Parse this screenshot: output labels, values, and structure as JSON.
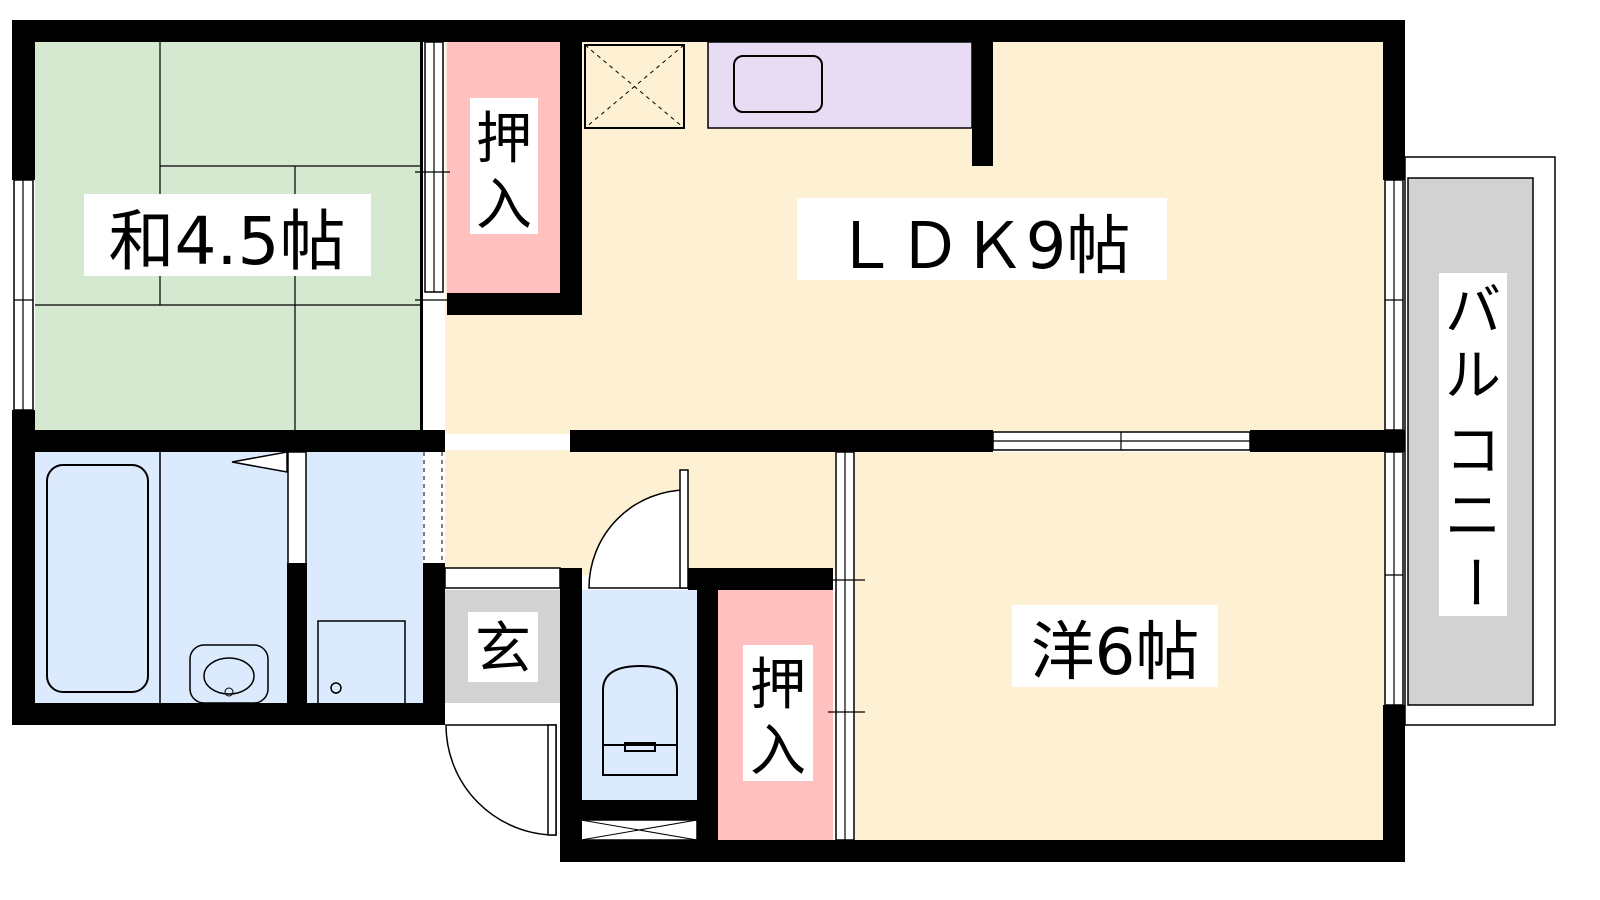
{
  "rooms": {
    "washitsu": {
      "label": "和4.5帖"
    },
    "ldk": {
      "label": "ＬＤＫ9帖"
    },
    "youshitsu": {
      "label": "洋6帖"
    },
    "genkan": {
      "label": "玄"
    },
    "oshiire_top": {
      "label_1": "押",
      "label_2": "入"
    },
    "oshiire_bottom": {
      "label_1": "押",
      "label_2": "入"
    },
    "balcony": {
      "chars": [
        "バ",
        "ル",
        "コ",
        "ニ",
        "ー"
      ]
    }
  },
  "colors": {
    "tatami": "#d4e9cf",
    "closet": "#ffc0c0",
    "kitchen": "#e8dcf4",
    "floor": "#fdf0d3",
    "wet": "#dceafe",
    "genkan": "#d2d2d2",
    "wall": "#000000"
  }
}
